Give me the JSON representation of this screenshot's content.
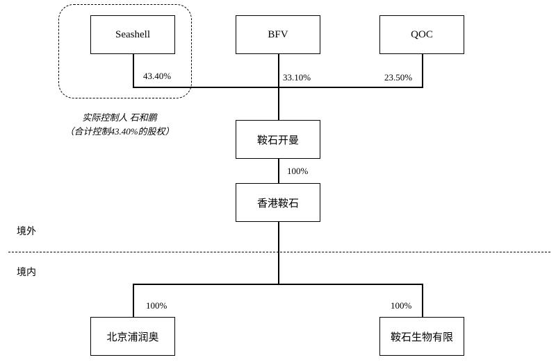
{
  "shareholders": {
    "seashell": {
      "name": "Seashell",
      "pct": "43.40%"
    },
    "bfv": {
      "name": "BFV",
      "pct": "33.10%"
    },
    "qoc": {
      "name": "QOC",
      "pct": "23.50%"
    }
  },
  "controller_note": {
    "line1": "实际控制人 石和鹏",
    "line2": "（合计控制43.40%的股权）"
  },
  "entities": {
    "ansi_kaiman": {
      "name": "鞍石开曼",
      "pct_below": "100%"
    },
    "hk_ansi": {
      "name": "香港鞍石"
    },
    "beijing_purunao": {
      "name": "北京浦润奥",
      "pct": "100%"
    },
    "ansi_bio": {
      "name": "鞍石生物有限",
      "pct": "100%"
    }
  },
  "zones": {
    "offshore": "境外",
    "onshore": "境内"
  }
}
